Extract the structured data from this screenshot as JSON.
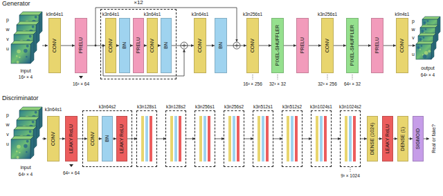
{
  "diagram": {
    "nodes": [
      {
        "text": [
          "CONV"
        ]
      },
      {
        "text": [
          "PRELU"
        ]
      },
      {
        "text": [
          "×12"
        ]
      },
      {
        "text": [
          "CONV"
        ],
        "in": 2
      },
      {
        "text": [
          "BN"
        ],
        "in": 2
      },
      {
        "text": [
          "PRELU"
        ],
        "in": 2
      },
      {
        "text": [
          "CONV"
        ],
        "in": 2
      },
      {
        "text": [
          "BN"
        ],
        "in": 2
      },
      {
        "text": [
          "CONV"
        ]
      },
      {
        "text": [
          "BN"
        ]
      },
      {
        "text": [
          "CONV"
        ]
      },
      {
        "text": [
          "PIXEL-SHUFFLER"
        ]
      },
      {
        "text": [
          "PRELU"
        ]
      },
      {
        "text": [
          "CONV"
        ]
      },
      {
        "text": [
          "PIXEL-SHUFFLER"
        ]
      },
      {
        "text": [
          "PRELU"
        ]
      },
      {
        "text": [
          "CONV"
        ]
      },
      {
        "text": [
          "CONV"
        ]
      },
      {
        "text": [
          "LEAKY ReLU"
        ]
      },
      {
        "text": [
          "k3n64s2"
        ]
      },
      {
        "text": [
          "CONV"
        ],
        "in": 19
      },
      {
        "text": [
          "BN"
        ],
        "in": 19
      },
      {
        "text": [
          "LEAKY ReLU"
        ],
        "in": 19
      },
      {
        "text": [
          "k3n128s1"
        ]
      },
      {
        "text": [
          "k3n128s2"
        ]
      },
      {
        "text": [
          "k3n256s1"
        ]
      },
      {
        "text": [
          "k3n256s2"
        ]
      },
      {
        "text": [
          "k3n512s1"
        ]
      },
      {
        "text": [
          "k3n512s2"
        ]
      },
      {
        "text": [
          "k3n1024s1"
        ]
      },
      {
        "text": [
          "k3n1024s2"
        ]
      },
      {
        "text": [
          "DENSE (1024)"
        ]
      },
      {
        "text": [
          "LEAKY ReLU"
        ]
      },
      {
        "text": [
          "DENSE (1)"
        ]
      },
      {
        "text": [
          "SIGMOID"
        ]
      }
    ],
    "edges": [
      {
        "from": 0,
        "to": 1,
        "arrow": "to"
      },
      {
        "from": 1,
        "to": 3,
        "arrow": "to"
      },
      {
        "from": 3,
        "to": 4,
        "arrow": "to"
      },
      {
        "from": 4,
        "to": 5,
        "arrow": "to"
      },
      {
        "from": 5,
        "to": 6,
        "arrow": "to"
      },
      {
        "from": 6,
        "to": 7,
        "arrow": "to"
      },
      {
        "from": 7,
        "to": 8,
        "arrow": "to"
      },
      {
        "from": 8,
        "to": 9,
        "arrow": "to"
      },
      {
        "from": 9,
        "to": 10,
        "arrow": "to"
      },
      {
        "from": 10,
        "to": 11,
        "arrow": "to"
      },
      {
        "from": 11,
        "to": 12,
        "arrow": "to"
      },
      {
        "from": 12,
        "to": 13,
        "arrow": "to"
      },
      {
        "from": 13,
        "to": 14,
        "arrow": "to"
      },
      {
        "from": 14,
        "to": 15,
        "arrow": "to"
      },
      {
        "from": 15,
        "to": 16,
        "arrow": "to"
      },
      {
        "from": 17,
        "to": 18,
        "arrow": "to"
      },
      {
        "from": 18,
        "to": 20,
        "arrow": "to"
      },
      {
        "from": 20,
        "to": 21,
        "arrow": "to"
      },
      {
        "from": 21,
        "to": 22,
        "arrow": "to"
      },
      {
        "from": 22,
        "to": 23,
        "arrow": "to"
      },
      {
        "from": 23,
        "to": 24,
        "arrow": "to"
      },
      {
        "from": 24,
        "to": 25,
        "arrow": "to"
      },
      {
        "from": 25,
        "to": 26,
        "arrow": "to"
      },
      {
        "from": 26,
        "to": 27,
        "arrow": "to"
      },
      {
        "from": 27,
        "to": 28,
        "arrow": "to"
      },
      {
        "from": 28,
        "to": 29,
        "arrow": "to"
      },
      {
        "from": 29,
        "to": 30,
        "arrow": "to"
      },
      {
        "from": 30,
        "to": 31,
        "arrow": "to"
      },
      {
        "from": 31,
        "to": 32,
        "arrow": "to"
      },
      {
        "from": 32,
        "to": 33,
        "arrow": "to"
      },
      {
        "from": 33,
        "to": 34,
        "arrow": "to"
      }
    ],
    "labels": [
      "Generator",
      "p",
      "w",
      "v",
      "u",
      "input",
      "16³ × 4",
      "k9n64s1",
      "16³ × 64",
      "k3n64s1",
      "k3n64s1",
      "k3n64s1",
      "k3n256s1",
      "16³ × 256",
      "32³ × 32",
      "k3n256s1",
      "32³ × 256",
      "64³ × 32",
      "k9n4s1",
      "p",
      "w",
      "v",
      "u",
      "output",
      "64³ × 4",
      "Discriminator",
      "p",
      "w",
      "v",
      "u",
      "input",
      "64³ × 4",
      "k3n64s1",
      "64³ × 64",
      "9³ × 1024",
      "Real or fake?"
    ]
  }
}
